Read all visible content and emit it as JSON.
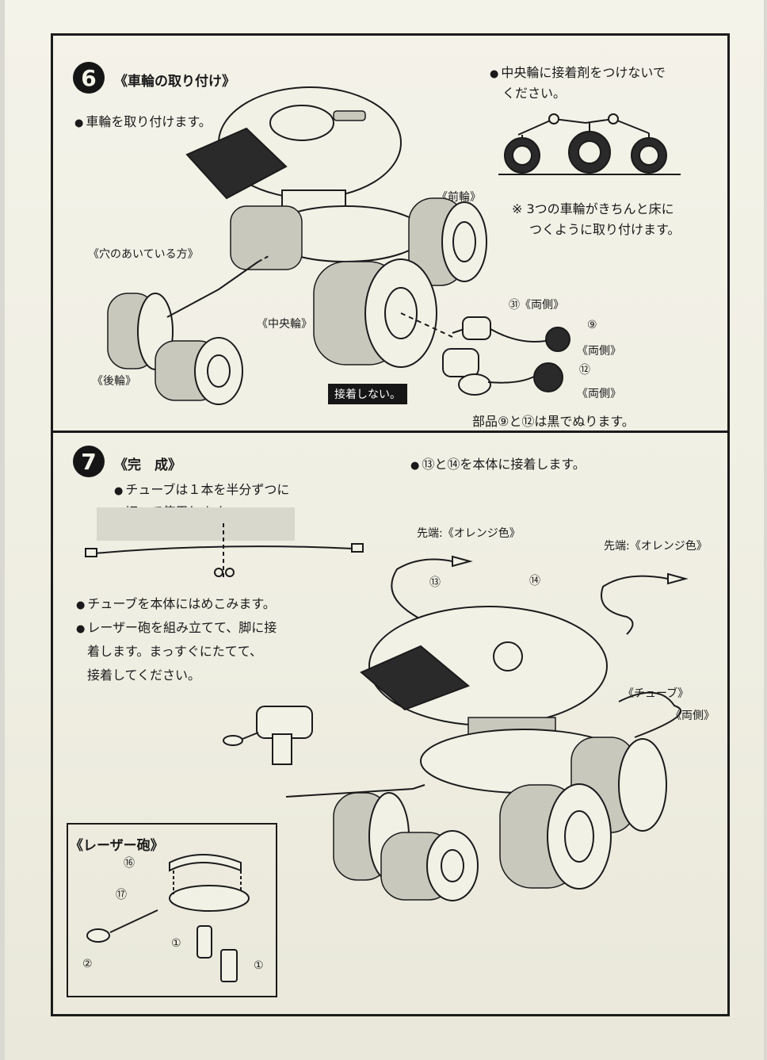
{
  "step6": {
    "number": "6",
    "title": "《車輪の取り付け》",
    "instruction": "車輪を取り付けます。",
    "note_top": "中央輪に接着剤をつけないで",
    "note_top2": "ください。",
    "note_wheels": "※ 3つの車輪がきちんと床に",
    "note_wheels2": "つくように取り付けます。",
    "label_front": "《前輪》",
    "label_hole": "《穴のあいている方》",
    "label_center": "《中央輪》",
    "label_rear": "《後輪》",
    "part31": "㉛《両側》",
    "part9": "⑨",
    "part9_side": "《両側》",
    "part12": "⑫",
    "part12_side": "《両側》",
    "no_glue": "接着しない。",
    "paint_note": "部品⑨と⑫は黒でぬります。"
  },
  "step7": {
    "number": "7",
    "title": "《完　成》",
    "tube_cut": "チューブは１本を半分ずつに",
    "tube_cut2": "切って使用します。",
    "glue_parts": "⑬と⑭を本体に接着します。",
    "tip13": "先端:《オレンジ色》",
    "tip14": "先端:《オレンジ色》",
    "part13": "⑬",
    "part14": "⑭",
    "insert_tube": "チューブを本体にはめこみます。",
    "laser1": "レーザー砲を組み立てて、脚に接",
    "laser2": "着します。まっすぐにたてて、",
    "laser3": "接着してください。",
    "tube_label": "《チューブ》",
    "tube_side": "《両側》",
    "laser_title": "《レーザー砲》",
    "part16": "⑯",
    "part17": "⑰",
    "part1a": "①",
    "part1b": "①",
    "part2": "②"
  }
}
